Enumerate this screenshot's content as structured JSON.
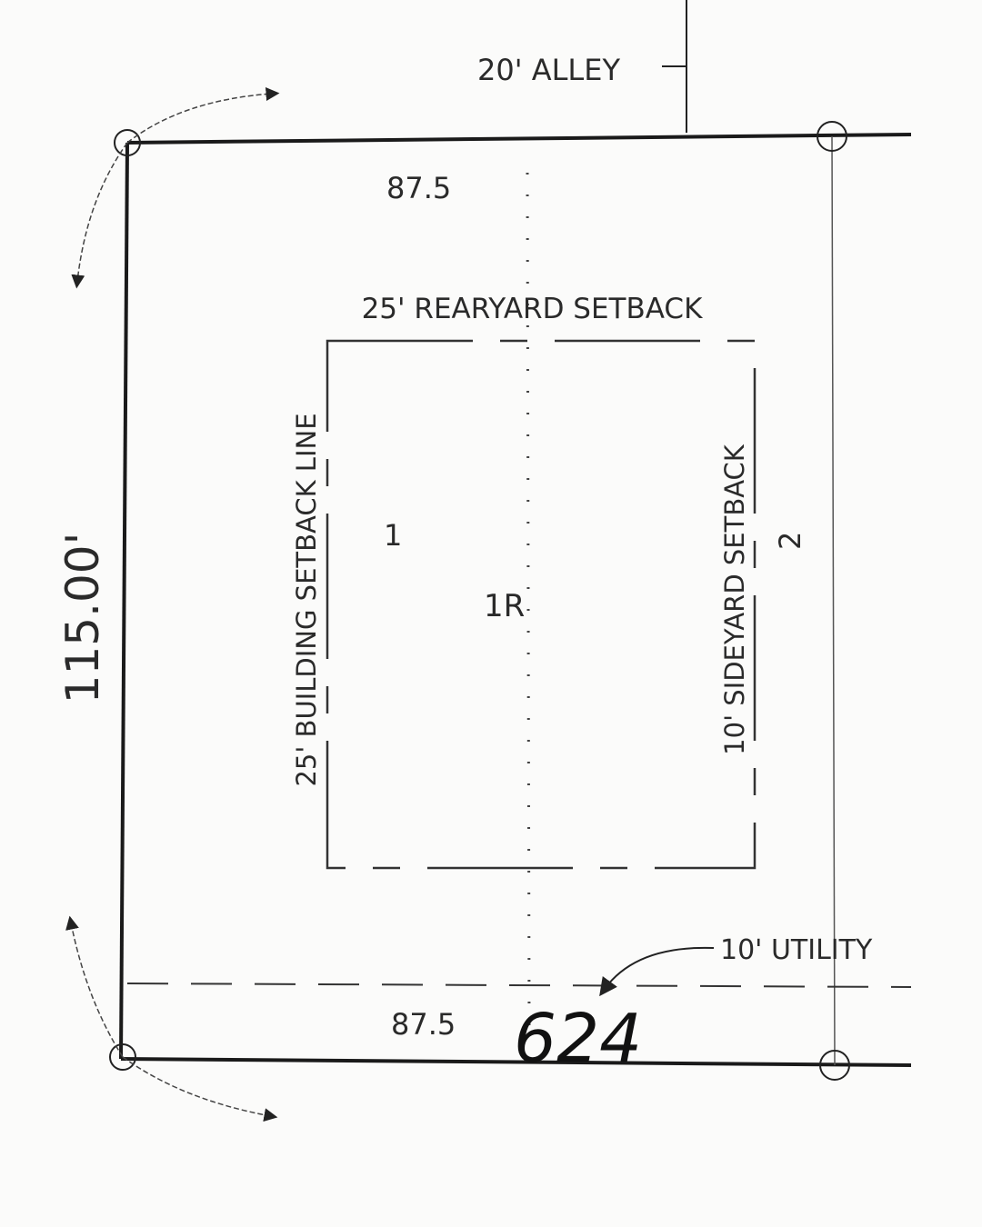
{
  "plat": {
    "alley_label": "20' ALLEY",
    "top_dimension": "87.5",
    "bottom_dimension": "87.5",
    "left_dimension": "115.00'",
    "rearyard_setback": "25' REARYARD SETBACK",
    "building_setback": "25' BUILDING SETBACK LINE",
    "sideyard_setback": "10' SIDEYARD SETBACK",
    "utility_label": "10' UTILITY",
    "lot_old_left": "1",
    "lot_new": "1R",
    "lot_old_right": "2",
    "handwritten_number": "624"
  },
  "colors": {
    "ink": "#2a2a2a",
    "paper": "#fbfbfa"
  }
}
